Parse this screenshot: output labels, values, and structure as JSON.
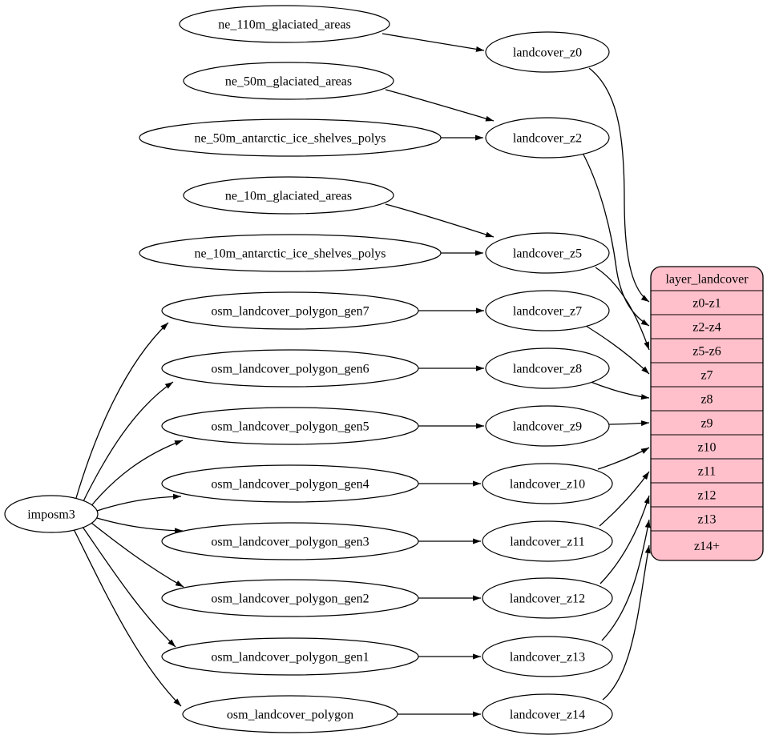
{
  "diagram": {
    "colors": {
      "background": "#ffffff",
      "node_fill": "#ffffff",
      "edge_stroke": "#000000",
      "record_fill": "#ffc0cb",
      "record_stroke": "#000000"
    },
    "nodes": [
      {
        "id": "imposm3",
        "label": "imposm3"
      },
      {
        "id": "ne_110m_glaciated_areas",
        "label": "ne_110m_glaciated_areas"
      },
      {
        "id": "ne_50m_glaciated_areas",
        "label": "ne_50m_glaciated_areas"
      },
      {
        "id": "ne_50m_antarctic_ice_shelves_polys",
        "label": "ne_50m_antarctic_ice_shelves_polys"
      },
      {
        "id": "ne_10m_glaciated_areas",
        "label": "ne_10m_glaciated_areas"
      },
      {
        "id": "ne_10m_antarctic_ice_shelves_polys",
        "label": "ne_10m_antarctic_ice_shelves_polys"
      },
      {
        "id": "osm_landcover_polygon_gen7",
        "label": "osm_landcover_polygon_gen7"
      },
      {
        "id": "osm_landcover_polygon_gen6",
        "label": "osm_landcover_polygon_gen6"
      },
      {
        "id": "osm_landcover_polygon_gen5",
        "label": "osm_landcover_polygon_gen5"
      },
      {
        "id": "osm_landcover_polygon_gen4",
        "label": "osm_landcover_polygon_gen4"
      },
      {
        "id": "osm_landcover_polygon_gen3",
        "label": "osm_landcover_polygon_gen3"
      },
      {
        "id": "osm_landcover_polygon_gen2",
        "label": "osm_landcover_polygon_gen2"
      },
      {
        "id": "osm_landcover_polygon_gen1",
        "label": "osm_landcover_polygon_gen1"
      },
      {
        "id": "osm_landcover_polygon",
        "label": "osm_landcover_polygon"
      },
      {
        "id": "landcover_z0",
        "label": "landcover_z0"
      },
      {
        "id": "landcover_z2",
        "label": "landcover_z2"
      },
      {
        "id": "landcover_z5",
        "label": "landcover_z5"
      },
      {
        "id": "landcover_z7",
        "label": "landcover_z7"
      },
      {
        "id": "landcover_z8",
        "label": "landcover_z8"
      },
      {
        "id": "landcover_z9",
        "label": "landcover_z9"
      },
      {
        "id": "landcover_z10",
        "label": "landcover_z10"
      },
      {
        "id": "landcover_z11",
        "label": "landcover_z11"
      },
      {
        "id": "landcover_z12",
        "label": "landcover_z12"
      },
      {
        "id": "landcover_z13",
        "label": "landcover_z13"
      },
      {
        "id": "landcover_z14",
        "label": "landcover_z14"
      }
    ],
    "record": {
      "id": "layer_landcover",
      "title": "layer_landcover",
      "rows": [
        "z0-z1",
        "z2-z4",
        "z5-z6",
        "z7",
        "z8",
        "z9",
        "z10",
        "z11",
        "z12",
        "z13",
        "z14+"
      ]
    },
    "edges": [
      {
        "from": "imposm3",
        "to": "osm_landcover_polygon_gen7"
      },
      {
        "from": "imposm3",
        "to": "osm_landcover_polygon_gen6"
      },
      {
        "from": "imposm3",
        "to": "osm_landcover_polygon_gen5"
      },
      {
        "from": "imposm3",
        "to": "osm_landcover_polygon_gen4"
      },
      {
        "from": "imposm3",
        "to": "osm_landcover_polygon_gen3"
      },
      {
        "from": "imposm3",
        "to": "osm_landcover_polygon_gen2"
      },
      {
        "from": "imposm3",
        "to": "osm_landcover_polygon_gen1"
      },
      {
        "from": "imposm3",
        "to": "osm_landcover_polygon"
      },
      {
        "from": "ne_110m_glaciated_areas",
        "to": "landcover_z0"
      },
      {
        "from": "ne_50m_glaciated_areas",
        "to": "landcover_z2"
      },
      {
        "from": "ne_50m_antarctic_ice_shelves_polys",
        "to": "landcover_z2"
      },
      {
        "from": "ne_10m_glaciated_areas",
        "to": "landcover_z5"
      },
      {
        "from": "ne_10m_antarctic_ice_shelves_polys",
        "to": "landcover_z5"
      },
      {
        "from": "osm_landcover_polygon_gen7",
        "to": "landcover_z7"
      },
      {
        "from": "osm_landcover_polygon_gen6",
        "to": "landcover_z8"
      },
      {
        "from": "osm_landcover_polygon_gen5",
        "to": "landcover_z9"
      },
      {
        "from": "osm_landcover_polygon_gen4",
        "to": "landcover_z10"
      },
      {
        "from": "osm_landcover_polygon_gen3",
        "to": "landcover_z11"
      },
      {
        "from": "osm_landcover_polygon_gen2",
        "to": "landcover_z12"
      },
      {
        "from": "osm_landcover_polygon_gen1",
        "to": "landcover_z13"
      },
      {
        "from": "osm_landcover_polygon",
        "to": "landcover_z14"
      },
      {
        "from": "landcover_z0",
        "to": "layer_landcover",
        "port": "z0-z1"
      },
      {
        "from": "landcover_z2",
        "to": "layer_landcover",
        "port": "z2-z4"
      },
      {
        "from": "landcover_z5",
        "to": "layer_landcover",
        "port": "z5-z6"
      },
      {
        "from": "landcover_z7",
        "to": "layer_landcover",
        "port": "z7"
      },
      {
        "from": "landcover_z8",
        "to": "layer_landcover",
        "port": "z8"
      },
      {
        "from": "landcover_z9",
        "to": "layer_landcover",
        "port": "z9"
      },
      {
        "from": "landcover_z10",
        "to": "layer_landcover",
        "port": "z10"
      },
      {
        "from": "landcover_z11",
        "to": "layer_landcover",
        "port": "z11"
      },
      {
        "from": "landcover_z12",
        "to": "layer_landcover",
        "port": "z12"
      },
      {
        "from": "landcover_z13",
        "to": "layer_landcover",
        "port": "z13"
      },
      {
        "from": "landcover_z14",
        "to": "layer_landcover",
        "port": "z14+"
      }
    ]
  }
}
